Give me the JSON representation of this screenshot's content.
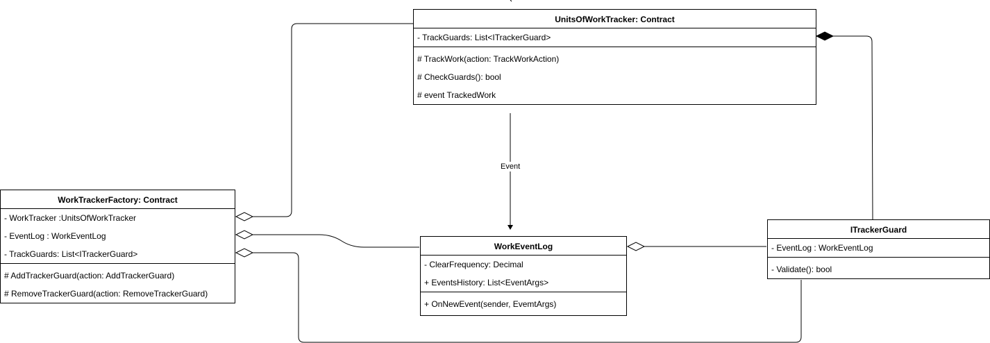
{
  "classes": {
    "units_of_work_tracker": {
      "title": "UnitsOfWorkTracker: Contract",
      "attributes": [
        "- TrackGuards: List<ITrackerGuard>"
      ],
      "operations": [
        "# TrackWork(action: TrackWorkAction)",
        "# CheckGuards(): bool",
        "# event TrackedWork"
      ]
    },
    "work_tracker_factory": {
      "title": "WorkTrackerFactory: Contract",
      "attributes": [
        "- WorkTracker :UnitsOfWorkTracker",
        "- EventLog : WorkEventLog",
        "- TrackGuards: List<ITrackerGuard>"
      ],
      "operations": [
        "# AddTrackerGuard(action: AddTrackerGuard)",
        "# RemoveTrackerGuard(action: RemoveTrackerGuard)"
      ]
    },
    "work_event_log": {
      "title": "WorkEventLog",
      "attributes": [
        "- ClearFrequency: Decimal",
        "+ EventsHistory: List<EventArgs>"
      ],
      "operations": [
        "+ OnNewEvent(sender, EvemtArgs)"
      ]
    },
    "i_tracker_guard": {
      "title": "ITrackerGuard",
      "attributes": [
        "- EventLog : WorkEventLog"
      ],
      "operations": [
        "- Validate(): bool"
      ]
    }
  },
  "edges": {
    "event_label": "Event"
  }
}
